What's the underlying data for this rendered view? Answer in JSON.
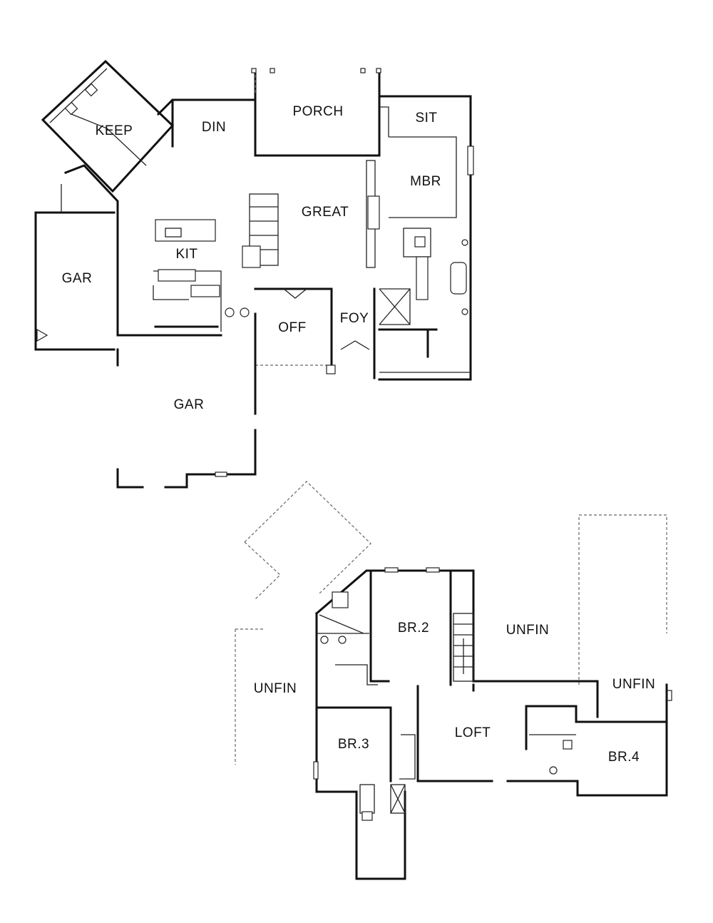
{
  "first_floor": {
    "rooms": [
      {
        "key": "keep",
        "label": "KEEP"
      },
      {
        "key": "din",
        "label": "DIN"
      },
      {
        "key": "porch",
        "label": "PORCH"
      },
      {
        "key": "sit",
        "label": "SIT"
      },
      {
        "key": "mbr",
        "label": "MBR"
      },
      {
        "key": "great",
        "label": "GREAT"
      },
      {
        "key": "kit",
        "label": "KIT"
      },
      {
        "key": "gar-side",
        "label": "GAR"
      },
      {
        "key": "off",
        "label": "OFF"
      },
      {
        "key": "foy",
        "label": "FOY"
      },
      {
        "key": "gar-main",
        "label": "GAR"
      }
    ]
  },
  "second_floor": {
    "rooms": [
      {
        "key": "br2",
        "label": "BR.2"
      },
      {
        "key": "unfin-top",
        "label": "UNFIN"
      },
      {
        "key": "unfin-left",
        "label": "UNFIN"
      },
      {
        "key": "unfin-right",
        "label": "UNFIN"
      },
      {
        "key": "loft",
        "label": "LOFT"
      },
      {
        "key": "br3",
        "label": "BR.3"
      },
      {
        "key": "br4",
        "label": "BR.4"
      }
    ]
  }
}
